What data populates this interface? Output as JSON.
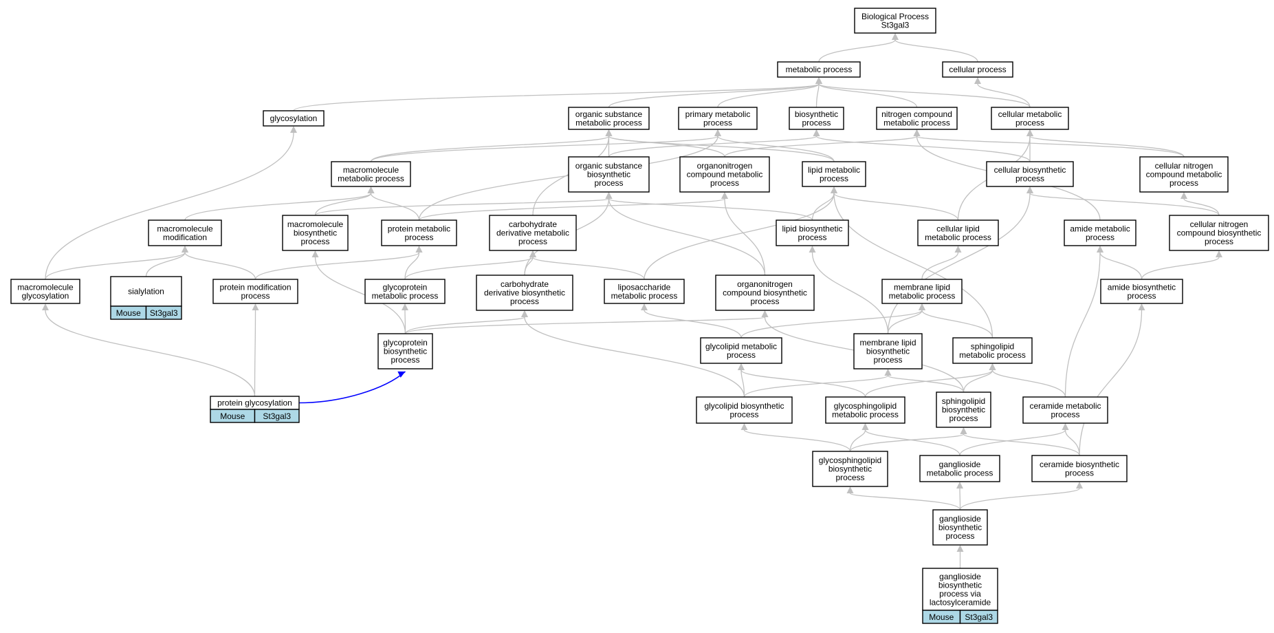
{
  "colors": {
    "edge": "#c0c0c0",
    "highlight_edge": "#0000ff",
    "annotation_fill": "#add8e6",
    "node_fill": "#ffffff",
    "node_border": "#000000"
  },
  "nodes": [
    {
      "id": "bp",
      "lines": [
        "Biological Process",
        "St3gal3"
      ]
    },
    {
      "id": "metabolic",
      "lines": [
        "metabolic process"
      ]
    },
    {
      "id": "cellular",
      "lines": [
        "cellular process"
      ]
    },
    {
      "id": "glycosylation",
      "lines": [
        "glycosylation"
      ]
    },
    {
      "id": "organic_met",
      "lines": [
        "organic substance",
        "metabolic process"
      ]
    },
    {
      "id": "primary_met",
      "lines": [
        "primary metabolic",
        "process"
      ]
    },
    {
      "id": "biosynthetic",
      "lines": [
        "biosynthetic",
        "process"
      ]
    },
    {
      "id": "nitrogen_met",
      "lines": [
        "nitrogen compound",
        "metabolic process"
      ]
    },
    {
      "id": "cellular_met",
      "lines": [
        "cellular metabolic",
        "process"
      ]
    },
    {
      "id": "macromol_met",
      "lines": [
        "macromolecule",
        "metabolic process"
      ]
    },
    {
      "id": "organic_bio",
      "lines": [
        "organic substance",
        "biosynthetic",
        "process"
      ]
    },
    {
      "id": "organonitrogen_met",
      "lines": [
        "organonitrogen",
        "compound metabolic",
        "process"
      ]
    },
    {
      "id": "lipid_met",
      "lines": [
        "lipid metabolic",
        "process"
      ]
    },
    {
      "id": "cellular_bio",
      "lines": [
        "cellular biosynthetic",
        "process"
      ]
    },
    {
      "id": "cell_nitrogen_met",
      "lines": [
        "cellular nitrogen",
        "compound metabolic",
        "process"
      ]
    },
    {
      "id": "macromol_mod",
      "lines": [
        "macromolecule",
        "modification"
      ]
    },
    {
      "id": "macromol_bio",
      "lines": [
        "macromolecule",
        "biosynthetic",
        "process"
      ]
    },
    {
      "id": "protein_met",
      "lines": [
        "protein metabolic",
        "process"
      ]
    },
    {
      "id": "carb_deriv_met",
      "lines": [
        "carbohydrate",
        "derivative metabolic",
        "process"
      ]
    },
    {
      "id": "lipid_bio",
      "lines": [
        "lipid biosynthetic",
        "process"
      ]
    },
    {
      "id": "cell_lipid_met",
      "lines": [
        "cellular lipid",
        "metabolic process"
      ]
    },
    {
      "id": "amide_met",
      "lines": [
        "amide metabolic",
        "process"
      ]
    },
    {
      "id": "cell_nitrogen_bio",
      "lines": [
        "cellular nitrogen",
        "compound biosynthetic",
        "process"
      ]
    },
    {
      "id": "macromol_glyc",
      "lines": [
        "macromolecule",
        "glycosylation"
      ]
    },
    {
      "id": "sialylation",
      "lines": [
        "sialylation"
      ],
      "annotation": [
        "Mouse",
        "St3gal3"
      ]
    },
    {
      "id": "protein_mod",
      "lines": [
        "protein modification",
        "process"
      ]
    },
    {
      "id": "glycoprot_met",
      "lines": [
        "glycoprotein",
        "metabolic process"
      ]
    },
    {
      "id": "carb_deriv_bio",
      "lines": [
        "carbohydrate",
        "derivative biosynthetic",
        "process"
      ]
    },
    {
      "id": "liposacch_met",
      "lines": [
        "liposaccharide",
        "metabolic process"
      ]
    },
    {
      "id": "organonitrogen_bio",
      "lines": [
        "organonitrogen",
        "compound biosynthetic",
        "process"
      ]
    },
    {
      "id": "membrane_lipid_met",
      "lines": [
        "membrane lipid",
        "metabolic process"
      ]
    },
    {
      "id": "amide_bio",
      "lines": [
        "amide biosynthetic",
        "process"
      ]
    },
    {
      "id": "glycoprot_bio",
      "lines": [
        "glycoprotein",
        "biosynthetic",
        "process"
      ]
    },
    {
      "id": "glycolipid_met",
      "lines": [
        "glycolipid metabolic",
        "process"
      ]
    },
    {
      "id": "membrane_lipid_bio",
      "lines": [
        "membrane lipid",
        "biosynthetic",
        "process"
      ]
    },
    {
      "id": "sphingolipid_met",
      "lines": [
        "sphingolipid",
        "metabolic process"
      ]
    },
    {
      "id": "protein_glyc",
      "lines": [
        "protein glycosylation"
      ],
      "annotation": [
        "Mouse",
        "St3gal3"
      ]
    },
    {
      "id": "glycolipid_bio",
      "lines": [
        "glycolipid biosynthetic",
        "process"
      ]
    },
    {
      "id": "glycosphingolipid_met",
      "lines": [
        "glycosphingolipid",
        "metabolic process"
      ]
    },
    {
      "id": "sphingolipid_bio",
      "lines": [
        "sphingolipid",
        "biosynthetic",
        "process"
      ]
    },
    {
      "id": "ceramide_met",
      "lines": [
        "ceramide metabolic",
        "process"
      ]
    },
    {
      "id": "glycosphingolipid_bio",
      "lines": [
        "glycosphingolipid",
        "biosynthetic",
        "process"
      ]
    },
    {
      "id": "ganglioside_met",
      "lines": [
        "ganglioside",
        "metabolic process"
      ]
    },
    {
      "id": "ceramide_bio",
      "lines": [
        "ceramide biosynthetic",
        "process"
      ]
    },
    {
      "id": "ganglioside_bio",
      "lines": [
        "ganglioside",
        "biosynthetic",
        "process"
      ]
    },
    {
      "id": "ganglioside_bio_lac",
      "lines": [
        "ganglioside",
        "biosynthetic",
        "process via",
        "lactosylceramide"
      ],
      "annotation": [
        "Mouse",
        "St3gal3"
      ]
    }
  ],
  "edges": [
    {
      "from": "metabolic",
      "to": "bp"
    },
    {
      "from": "cellular",
      "to": "bp"
    },
    {
      "from": "glycosylation",
      "to": "metabolic"
    },
    {
      "from": "organic_met",
      "to": "metabolic"
    },
    {
      "from": "primary_met",
      "to": "metabolic"
    },
    {
      "from": "biosynthetic",
      "to": "metabolic"
    },
    {
      "from": "nitrogen_met",
      "to": "metabolic"
    },
    {
      "from": "cellular_met",
      "to": "metabolic"
    },
    {
      "from": "cellular_met",
      "to": "cellular"
    },
    {
      "from": "macromol_met",
      "to": "organic_met"
    },
    {
      "from": "macromol_met",
      "to": "primary_met"
    },
    {
      "from": "organic_bio",
      "to": "organic_met"
    },
    {
      "from": "organic_bio",
      "to": "biosynthetic"
    },
    {
      "from": "organonitrogen_met",
      "to": "organic_met"
    },
    {
      "from": "organonitrogen_met",
      "to": "nitrogen_met"
    },
    {
      "from": "lipid_met",
      "to": "organic_met"
    },
    {
      "from": "lipid_met",
      "to": "primary_met"
    },
    {
      "from": "cellular_bio",
      "to": "biosynthetic"
    },
    {
      "from": "cellular_bio",
      "to": "cellular_met"
    },
    {
      "from": "cell_nitrogen_met",
      "to": "nitrogen_met"
    },
    {
      "from": "cell_nitrogen_met",
      "to": "cellular_met"
    },
    {
      "from": "macromol_mod",
      "to": "macromol_met"
    },
    {
      "from": "macromol_bio",
      "to": "macromol_met"
    },
    {
      "from": "macromol_bio",
      "to": "organic_bio"
    },
    {
      "from": "protein_met",
      "to": "macromol_met"
    },
    {
      "from": "protein_met",
      "to": "primary_met"
    },
    {
      "from": "protein_met",
      "to": "organonitrogen_met"
    },
    {
      "from": "carb_deriv_met",
      "to": "organic_met"
    },
    {
      "from": "lipid_bio",
      "to": "lipid_met"
    },
    {
      "from": "lipid_bio",
      "to": "organic_bio"
    },
    {
      "from": "cell_lipid_met",
      "to": "lipid_met"
    },
    {
      "from": "cell_lipid_met",
      "to": "cellular_met"
    },
    {
      "from": "amide_met",
      "to": "nitrogen_met"
    },
    {
      "from": "cell_nitrogen_bio",
      "to": "cell_nitrogen_met"
    },
    {
      "from": "cell_nitrogen_bio",
      "to": "cellular_bio"
    },
    {
      "from": "macromol_glyc",
      "to": "glycosylation"
    },
    {
      "from": "macromol_glyc",
      "to": "macromol_mod"
    },
    {
      "from": "sialylation",
      "to": "macromol_mod"
    },
    {
      "from": "protein_mod",
      "to": "macromol_mod"
    },
    {
      "from": "protein_mod",
      "to": "protein_met"
    },
    {
      "from": "glycoprot_met",
      "to": "protein_met"
    },
    {
      "from": "glycoprot_met",
      "to": "carb_deriv_met"
    },
    {
      "from": "carb_deriv_bio",
      "to": "carb_deriv_met"
    },
    {
      "from": "carb_deriv_bio",
      "to": "organic_bio"
    },
    {
      "from": "liposacch_met",
      "to": "carb_deriv_met"
    },
    {
      "from": "liposacch_met",
      "to": "lipid_met"
    },
    {
      "from": "organonitrogen_bio",
      "to": "organonitrogen_met"
    },
    {
      "from": "organonitrogen_bio",
      "to": "organic_bio"
    },
    {
      "from": "membrane_lipid_met",
      "to": "cell_lipid_met"
    },
    {
      "from": "amide_bio",
      "to": "amide_met"
    },
    {
      "from": "amide_bio",
      "to": "cell_nitrogen_bio"
    },
    {
      "from": "glycoprot_bio",
      "to": "glycoprot_met"
    },
    {
      "from": "glycoprot_bio",
      "to": "carb_deriv_bio"
    },
    {
      "from": "glycoprot_bio",
      "to": "macromol_bio"
    },
    {
      "from": "glycoprot_bio",
      "to": "organonitrogen_bio"
    },
    {
      "from": "glycolipid_met",
      "to": "liposacch_met"
    },
    {
      "from": "glycolipid_met",
      "to": "membrane_lipid_met"
    },
    {
      "from": "membrane_lipid_bio",
      "to": "membrane_lipid_met"
    },
    {
      "from": "membrane_lipid_bio",
      "to": "lipid_bio"
    },
    {
      "from": "membrane_lipid_bio",
      "to": "cellular_bio"
    },
    {
      "from": "sphingolipid_met",
      "to": "membrane_lipid_met"
    },
    {
      "from": "sphingolipid_met",
      "to": "lipid_met"
    },
    {
      "from": "protein_glyc",
      "to": "glycoprot_bio",
      "highlight": true
    },
    {
      "from": "protein_glyc",
      "to": "macromol_glyc"
    },
    {
      "from": "protein_glyc",
      "to": "protein_mod"
    },
    {
      "from": "glycolipid_bio",
      "to": "glycolipid_met"
    },
    {
      "from": "glycolipid_bio",
      "to": "carb_deriv_bio"
    },
    {
      "from": "glycolipid_bio",
      "to": "membrane_lipid_bio"
    },
    {
      "from": "glycosphingolipid_met",
      "to": "glycolipid_met"
    },
    {
      "from": "glycosphingolipid_met",
      "to": "sphingolipid_met"
    },
    {
      "from": "sphingolipid_bio",
      "to": "sphingolipid_met"
    },
    {
      "from": "sphingolipid_bio",
      "to": "membrane_lipid_bio"
    },
    {
      "from": "sphingolipid_bio",
      "to": "organonitrogen_bio"
    },
    {
      "from": "ceramide_met",
      "to": "sphingolipid_met"
    },
    {
      "from": "ceramide_met",
      "to": "amide_met"
    },
    {
      "from": "glycosphingolipid_bio",
      "to": "glycosphingolipid_met"
    },
    {
      "from": "glycosphingolipid_bio",
      "to": "glycolipid_bio"
    },
    {
      "from": "glycosphingolipid_bio",
      "to": "sphingolipid_bio"
    },
    {
      "from": "ganglioside_met",
      "to": "glycosphingolipid_met"
    },
    {
      "from": "ganglioside_met",
      "to": "ceramide_met"
    },
    {
      "from": "ceramide_bio",
      "to": "ceramide_met"
    },
    {
      "from": "ceramide_bio",
      "to": "sphingolipid_bio"
    },
    {
      "from": "ceramide_bio",
      "to": "amide_bio"
    },
    {
      "from": "ganglioside_bio",
      "to": "ganglioside_met"
    },
    {
      "from": "ganglioside_bio",
      "to": "glycosphingolipid_bio"
    },
    {
      "from": "ganglioside_bio",
      "to": "ceramide_bio"
    },
    {
      "from": "ganglioside_bio_lac",
      "to": "ganglioside_bio"
    }
  ]
}
